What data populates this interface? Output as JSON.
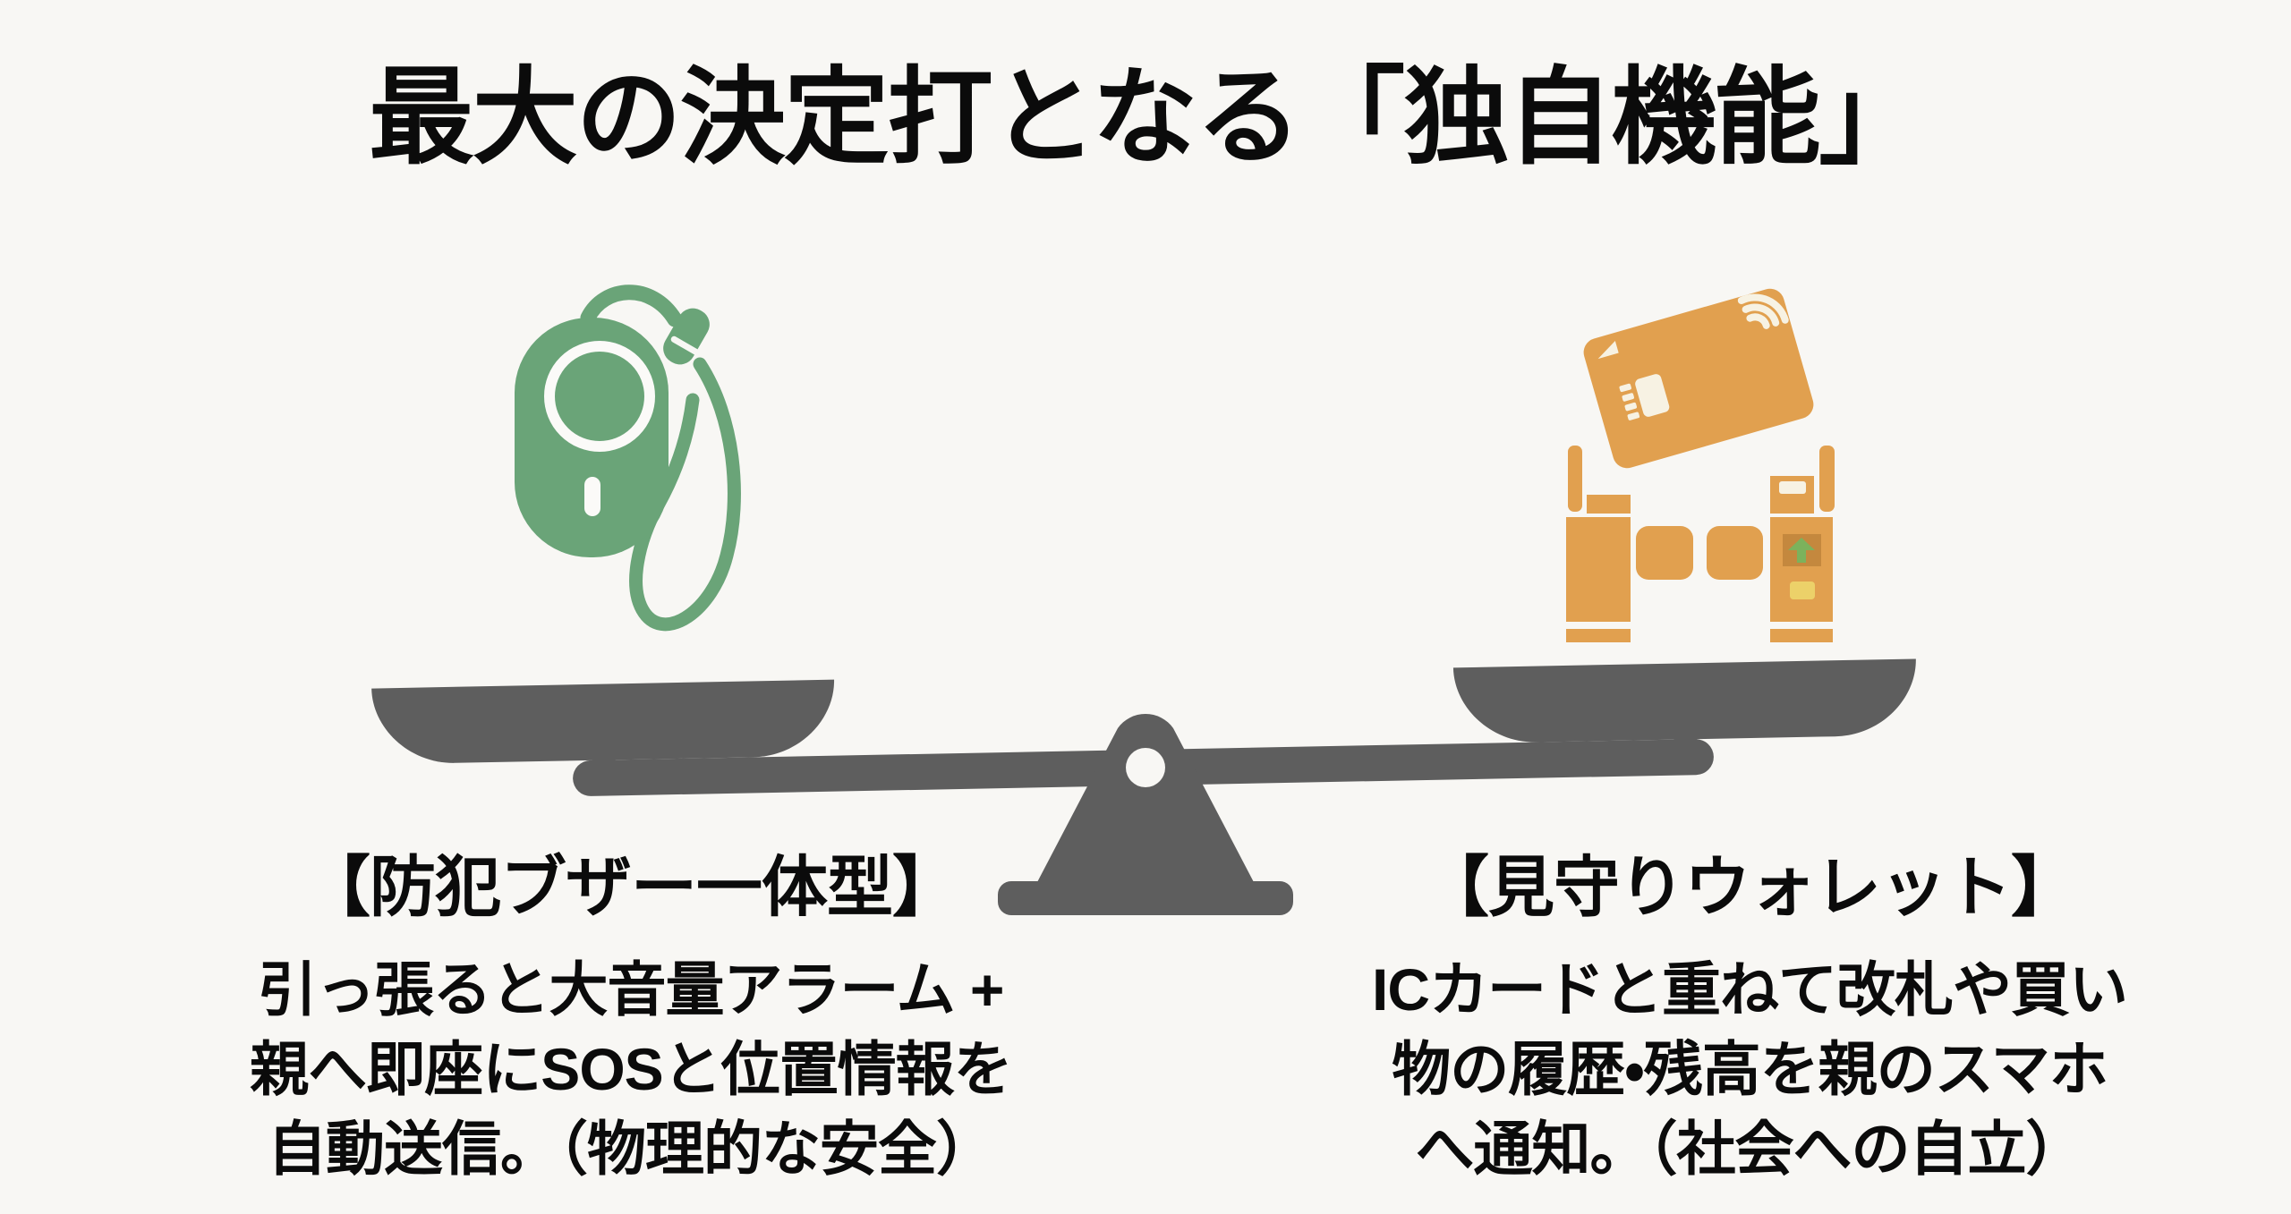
{
  "title": "最大の決定打となる「独自機能」",
  "left": {
    "icon": "security-buzzer-icon",
    "heading": "【防犯ブザー一体型】",
    "lines": [
      "引っ張ると大音量アラーム +",
      "親へ即座にSOSと位置情報を",
      "自動送信。（物理的な安全）"
    ]
  },
  "right": {
    "icon": "ic-card-ticket-gate-icon",
    "heading": "【見守りウォレット】",
    "lines": [
      "ICカードと重ねて改札や買い",
      "物の履歴・残高を親のスマホ",
      "へ通知。（社会への自立）"
    ]
  },
  "center_icon": "balance-scale-icon",
  "colors": {
    "background": "#f8f7f4",
    "scale_gray": "#5e5e5e",
    "buzzer_green": "#6aa478",
    "card_orange": "#e1a04f",
    "gate_panel_brown": "#c4883e",
    "gate_arrow_green": "#7cb25c",
    "gate_button_yellow": "#ecd169",
    "detail_cream": "#f7f2e3",
    "text_black": "#0b0b0b"
  }
}
